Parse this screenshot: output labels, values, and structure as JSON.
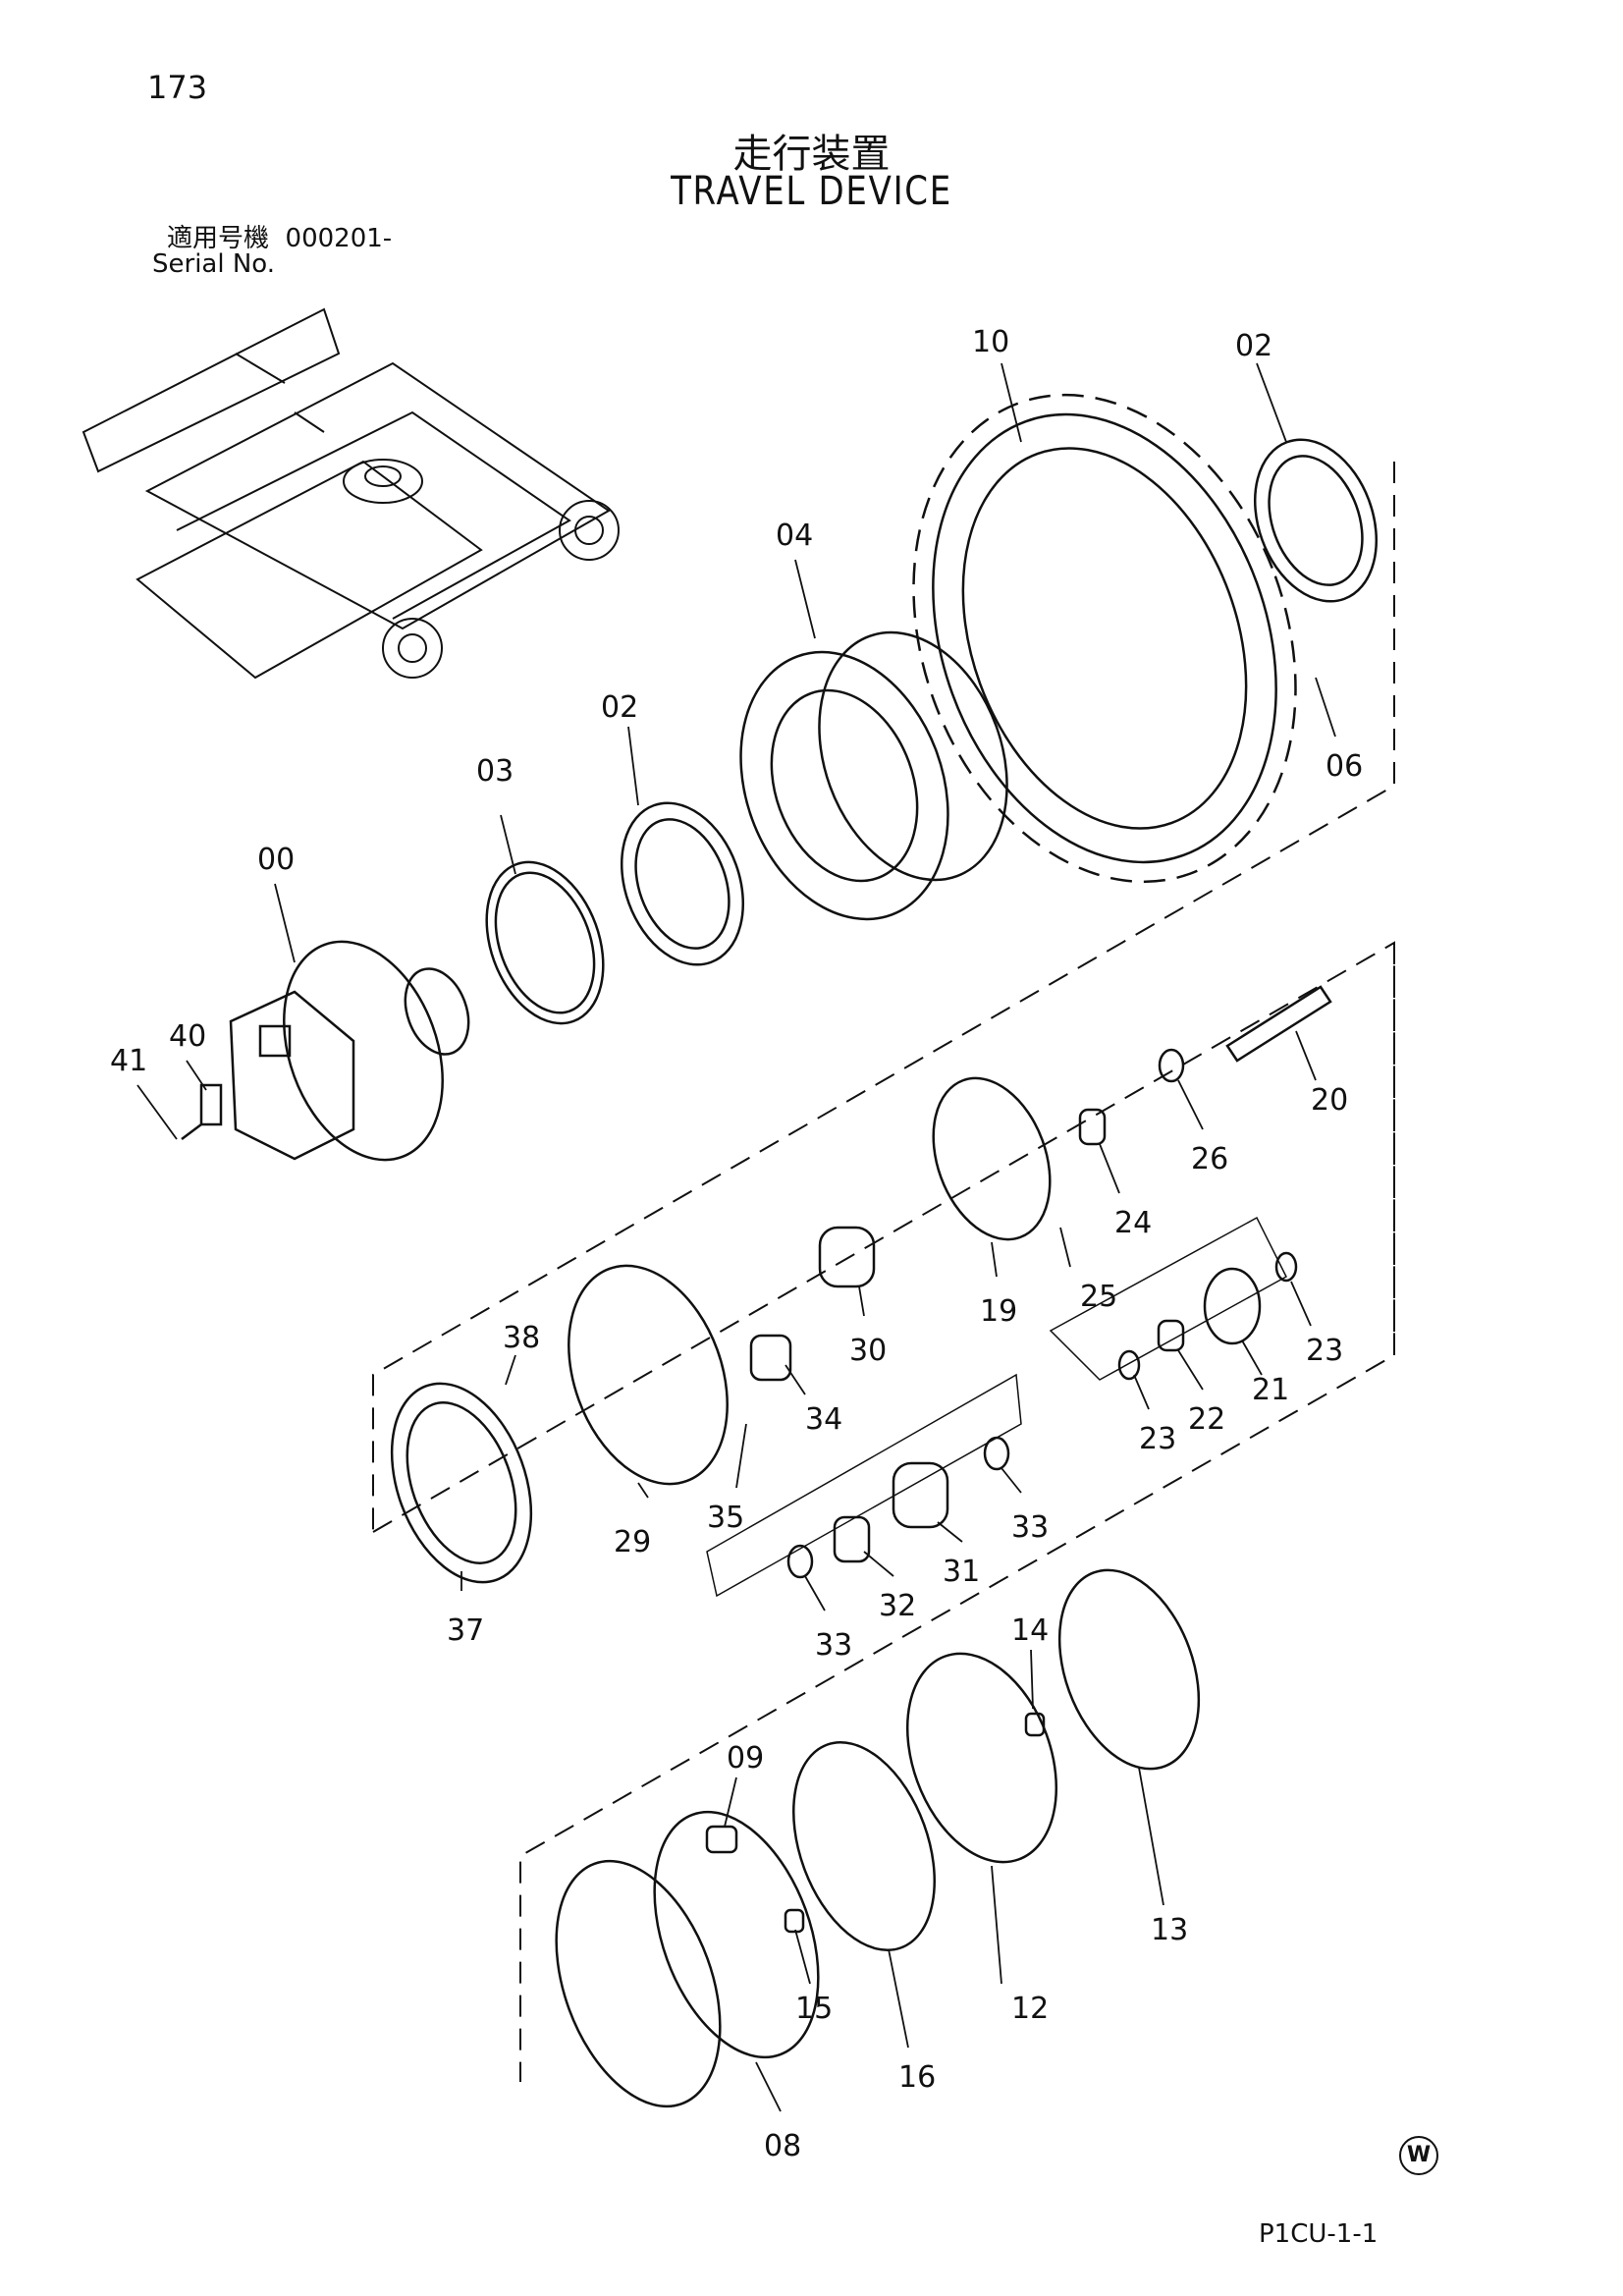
{
  "page_number": "173",
  "title_jp": "走行装置",
  "title_en": "TRAVEL DEVICE",
  "serial_label_jp": "適用号機",
  "serial_value": "000201-",
  "serial_label_en": "Serial No.",
  "footer_code": "P1CU-1-1",
  "corner_mark": "W",
  "callouts": [
    "10",
    "02",
    "04",
    "06",
    "02",
    "03",
    "00",
    "40",
    "41",
    "20",
    "26",
    "24",
    "19",
    "25",
    "30",
    "38",
    "34",
    "23",
    "21",
    "22",
    "23",
    "29",
    "35",
    "33",
    "31",
    "32",
    "33",
    "37",
    "14",
    "09",
    "13",
    "15",
    "12",
    "16",
    "08"
  ]
}
